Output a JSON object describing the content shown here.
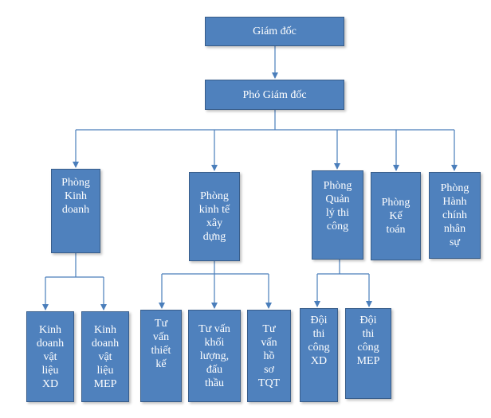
{
  "colors": {
    "box_fill": "#4f81bd",
    "box_border": "#385d8a",
    "connector": "#4a7ebb",
    "text": "#ffffff"
  },
  "nodes": {
    "director": "Giám đốc",
    "deputy": "Phó Giám đốc",
    "dept_sales": "Phòng\nKinh\ndoanh",
    "dept_construction_economics": "Phòng\nkinh tế\nxây\ndựng",
    "dept_construction_management": "Phòng\nQuản\nlý thi\ncông",
    "dept_accounting": "Phòng\nKế\ntoán",
    "dept_hr_admin": "Phòng\nHành\nchính\nnhân\nsự",
    "sales_materials_xd": "Kinh\ndoanh\nvật\nliệu\nXD",
    "sales_materials_mep": "Kinh\ndoanh\nvật\nliệu\nMEP",
    "consult_design": "Tư\nvấn\nthiết\nkế",
    "consult_quantity_bidding": "Tư vấn\nkhối\nlượng,\nđấu\nthầu",
    "consult_tqt": "Tư\nvấn\nhồ\nsơ\nTQT",
    "team_construction_xd": "Đội\nthi\ncông\nXD",
    "team_construction_mep": "Đội\nthi\ncông\nMEP"
  }
}
